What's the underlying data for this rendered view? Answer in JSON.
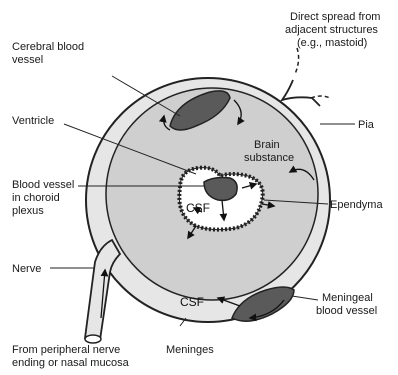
{
  "labels": {
    "direct_spread": [
      "Direct spread from",
      "adjacent structures",
      "(e.g., mastoid)"
    ],
    "cerebral_vessel": [
      "Cerebral blood",
      "vessel"
    ],
    "pia": "Pia",
    "ventricle": "Ventricle",
    "brain_substance": [
      "Brain",
      "substance"
    ],
    "choroid_vessel": [
      "Blood vessel",
      "in choroid",
      "plexus"
    ],
    "csf_inner": "CSF",
    "ependyma": "Ependyma",
    "nerve": "Nerve",
    "csf_outer": "CSF",
    "meningeal_vessel": [
      "Meningeal",
      "blood vessel"
    ],
    "peripheral_nerve": [
      "From peripheral nerve",
      "ending or nasal mucosa"
    ],
    "meninges": "Meninges"
  },
  "colors": {
    "outline": "#222222",
    "meninges_fill": "#e6e6e6",
    "brain_fill": "#cfcfcf",
    "vessel_fill": "#5a5a5a",
    "csf_fill": "#ffffff"
  }
}
